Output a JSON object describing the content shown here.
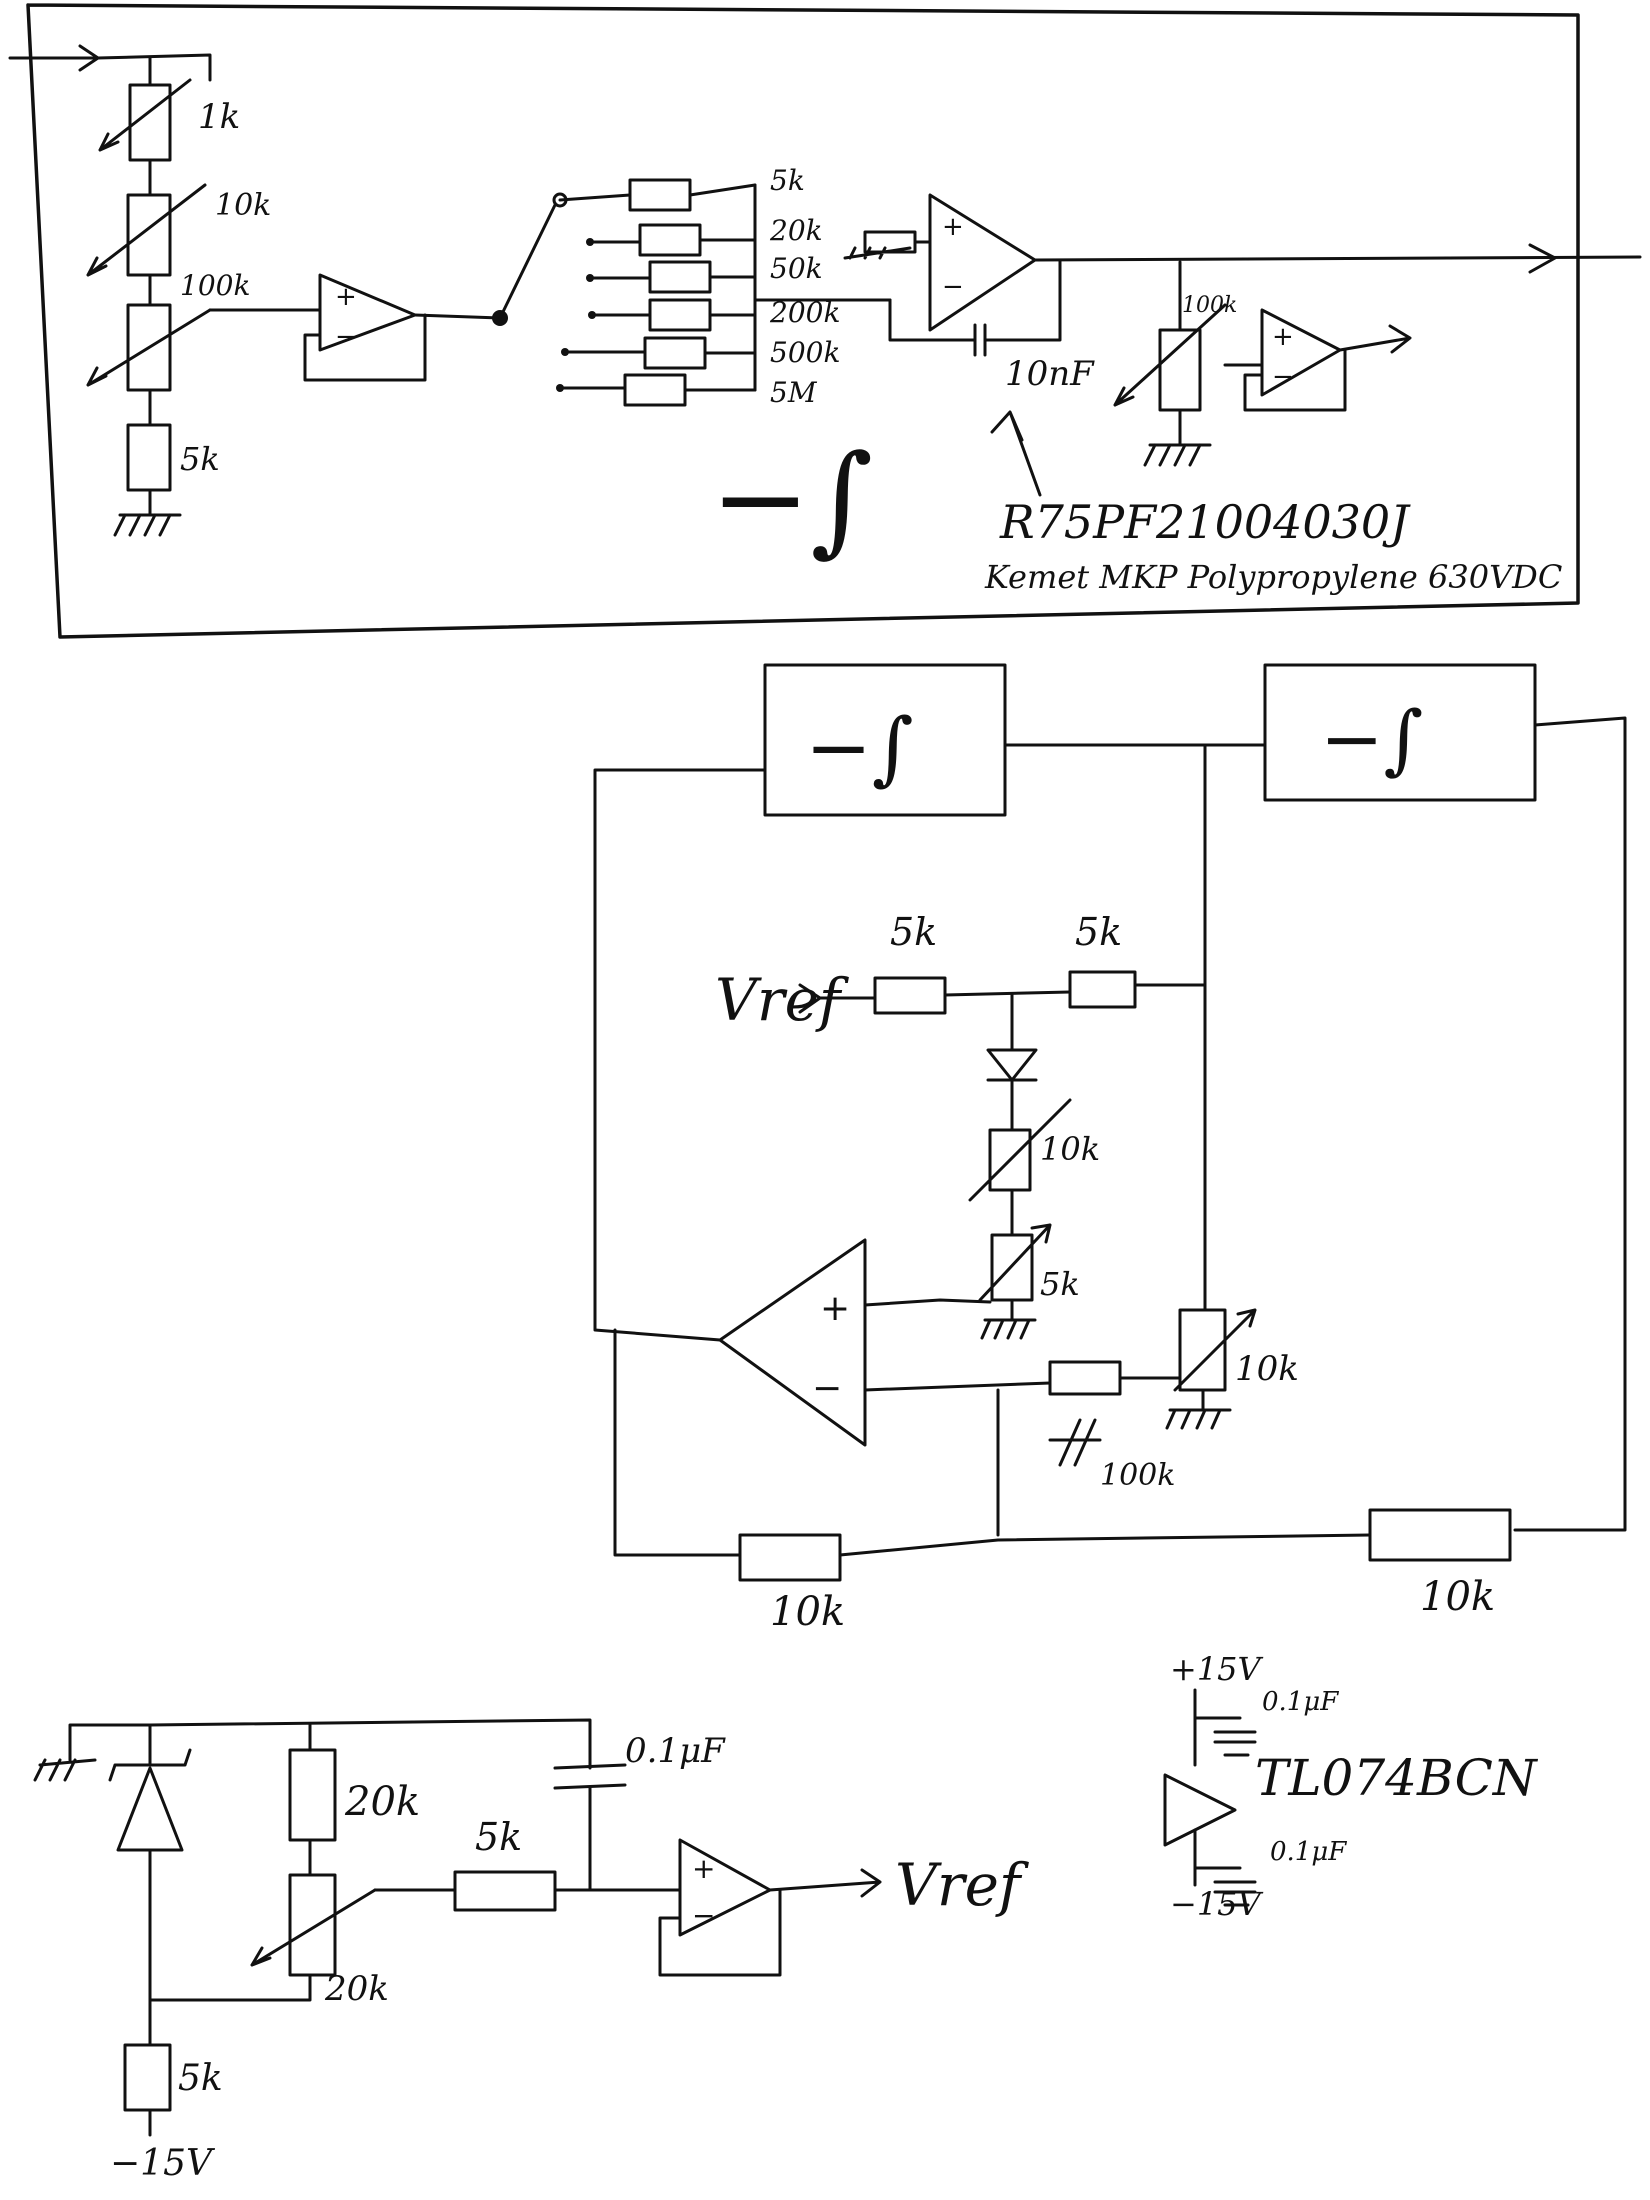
{
  "integrator_stage": {
    "input_divider": {
      "r1": "1k",
      "r2": "10k",
      "r3": "100k",
      "r_bottom": "5k"
    },
    "range_resistors": [
      "5k",
      "20k",
      "50k",
      "200k",
      "500k",
      "5M"
    ],
    "capacitor": "10nF",
    "capacitor_part": "R75PF21004030J",
    "capacitor_desc": "Kemet MKP Polypropylene 630VDC",
    "output_pot": "100k",
    "block_symbol": "−∫"
  },
  "double_integrator": {
    "block_left": "−∫",
    "block_right": "−∫",
    "vref": "Vref",
    "r_top_left": "5k",
    "r_top_right": "5k",
    "trim_r": "10k",
    "trim_pot": "5k",
    "pot_right": "10k",
    "r_feedback": "100k",
    "r_bottom_left": "10k",
    "r_bottom_right": "10k"
  },
  "reference": {
    "r_top": "20k",
    "pot": "20k",
    "r_series": "5k",
    "cap": "0.1μF",
    "r_bottom": "5k",
    "supply": "−15V",
    "output": "Vref"
  },
  "supply_note": {
    "plus": "+15V",
    "minus": "−15V",
    "cap_top": "0.1μF",
    "cap_bottom": "0.1μF",
    "part": "TL074BCN"
  }
}
